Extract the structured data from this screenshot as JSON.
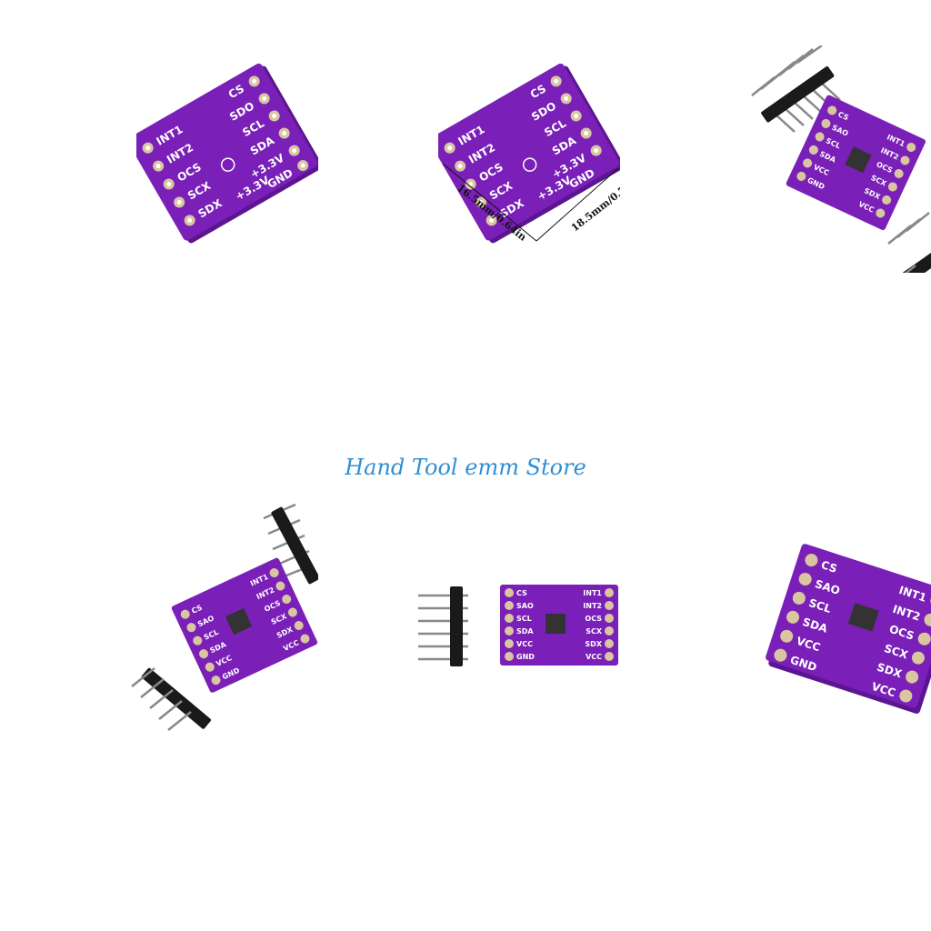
{
  "store_name": "Hand Tool emm Store",
  "colors": {
    "pcb": "#7a20b8",
    "pcb_dark": "#5c1590",
    "pad": "#d9c6a0",
    "store_text": "#2f8fd6"
  },
  "photo1": {
    "left_pins": [
      "INT1",
      "INT2",
      "OCS",
      "SCX",
      "SDX"
    ],
    "right_pins": [
      "CS",
      "SDO",
      "SCL",
      "SDA",
      "+3.3V",
      "GND"
    ],
    "extra_label": "+3.3V"
  },
  "photo2": {
    "left_pins": [
      "INT1",
      "INT2",
      "OCS",
      "SCX",
      "SDX"
    ],
    "right_pins": [
      "CS",
      "SDO",
      "SCL",
      "SDA",
      "+3.3V",
      "GND"
    ],
    "extra_label": "+3.3V",
    "dim_width": "16.5mm/0.64in",
    "dim_height": "18.5mm/0.7"
  },
  "module_pins": {
    "left": [
      "CS",
      "SAO",
      "SCL",
      "SDA",
      "VCC",
      "GND"
    ],
    "right": [
      "INT1",
      "INT2",
      "OCS",
      "SCX",
      "SDX",
      "VCC"
    ]
  }
}
